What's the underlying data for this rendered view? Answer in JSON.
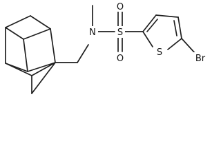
{
  "molecule": {
    "atoms": {
      "n": "N",
      "s_sulfonyl": "S",
      "o_top": "O",
      "o_bottom": "O",
      "s_ring": "S",
      "br": "Br"
    },
    "colors": {
      "bond": "#1f1f1f",
      "label": "#111111",
      "background": "#ffffff"
    }
  }
}
